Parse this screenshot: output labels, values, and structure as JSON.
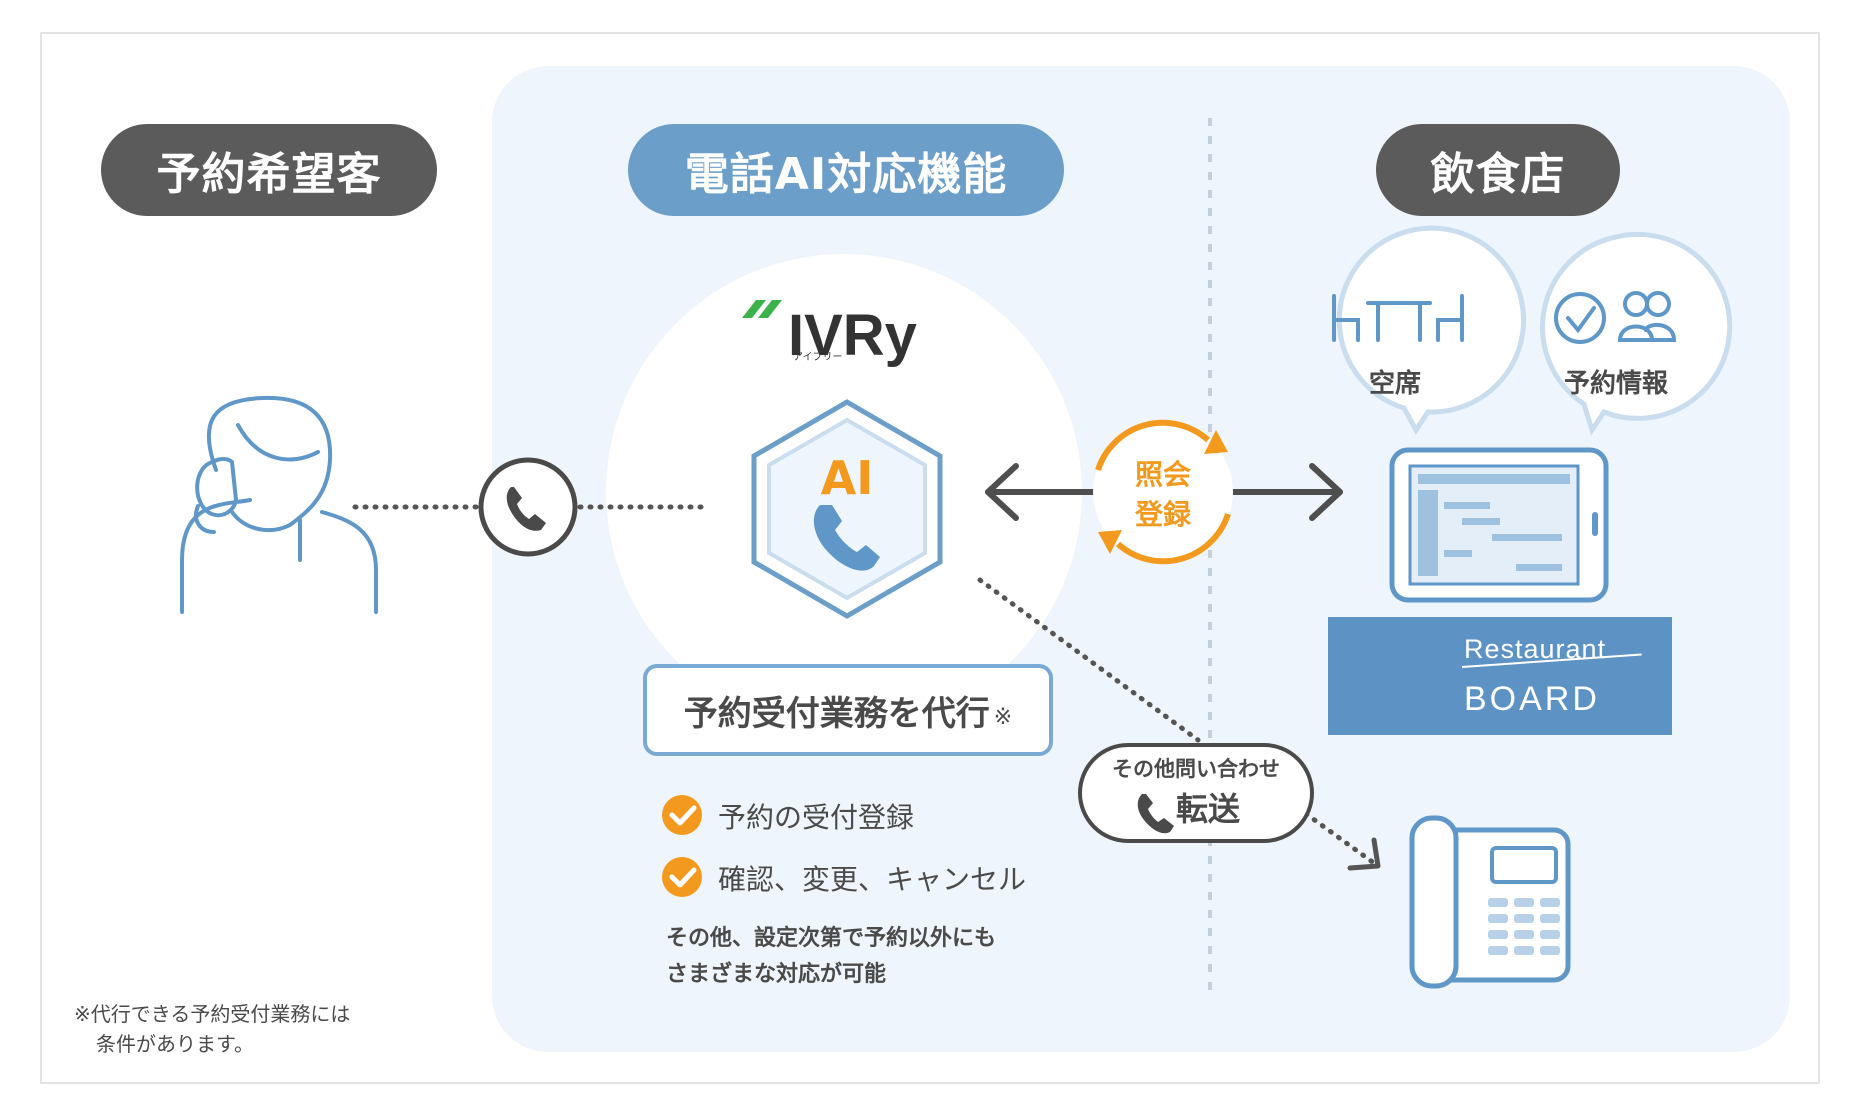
{
  "headers": {
    "customer": "予約希望客",
    "ai_feature": "電話AI対応機能",
    "restaurant": "飲食店"
  },
  "brand": {
    "logo_text": "IVRy",
    "logo_kana": "アイブリー",
    "ai_badge": "AI"
  },
  "task": {
    "title": "予約受付業務を代行",
    "note_mark": "※"
  },
  "checks": [
    "予約の受付登録",
    "確認、変更、キャンセル"
  ],
  "other_text": [
    "その他、設定次第で予約以外にも",
    "さまざまな対応が可能"
  ],
  "sync_labels": [
    "照会",
    "登録"
  ],
  "transfer": {
    "small": "その他問い合わせ",
    "big": "転送"
  },
  "bubbles": [
    "空席",
    "予約情報"
  ],
  "restaurant_board": {
    "line1": "Restaurant",
    "line2": "BOARD"
  },
  "footnote": [
    "※代行できる予約受付業務には",
    "条件があります。"
  ],
  "colors": {
    "dark_pill": "#5b5b5b",
    "blue_pill": "#6b9ec8",
    "panel_bg": "#eef5fc",
    "orange": "#f39a1e",
    "icon_blue": "#5e97c8",
    "arrow_gray": "#4e4e4e"
  },
  "icons": [
    "person-on-phone-icon",
    "phone-circle-icon",
    "ai-hexagon-icon",
    "table-icon",
    "clock-icon",
    "people-icon",
    "tablet-icon",
    "desk-phone-icon",
    "check-icon"
  ]
}
